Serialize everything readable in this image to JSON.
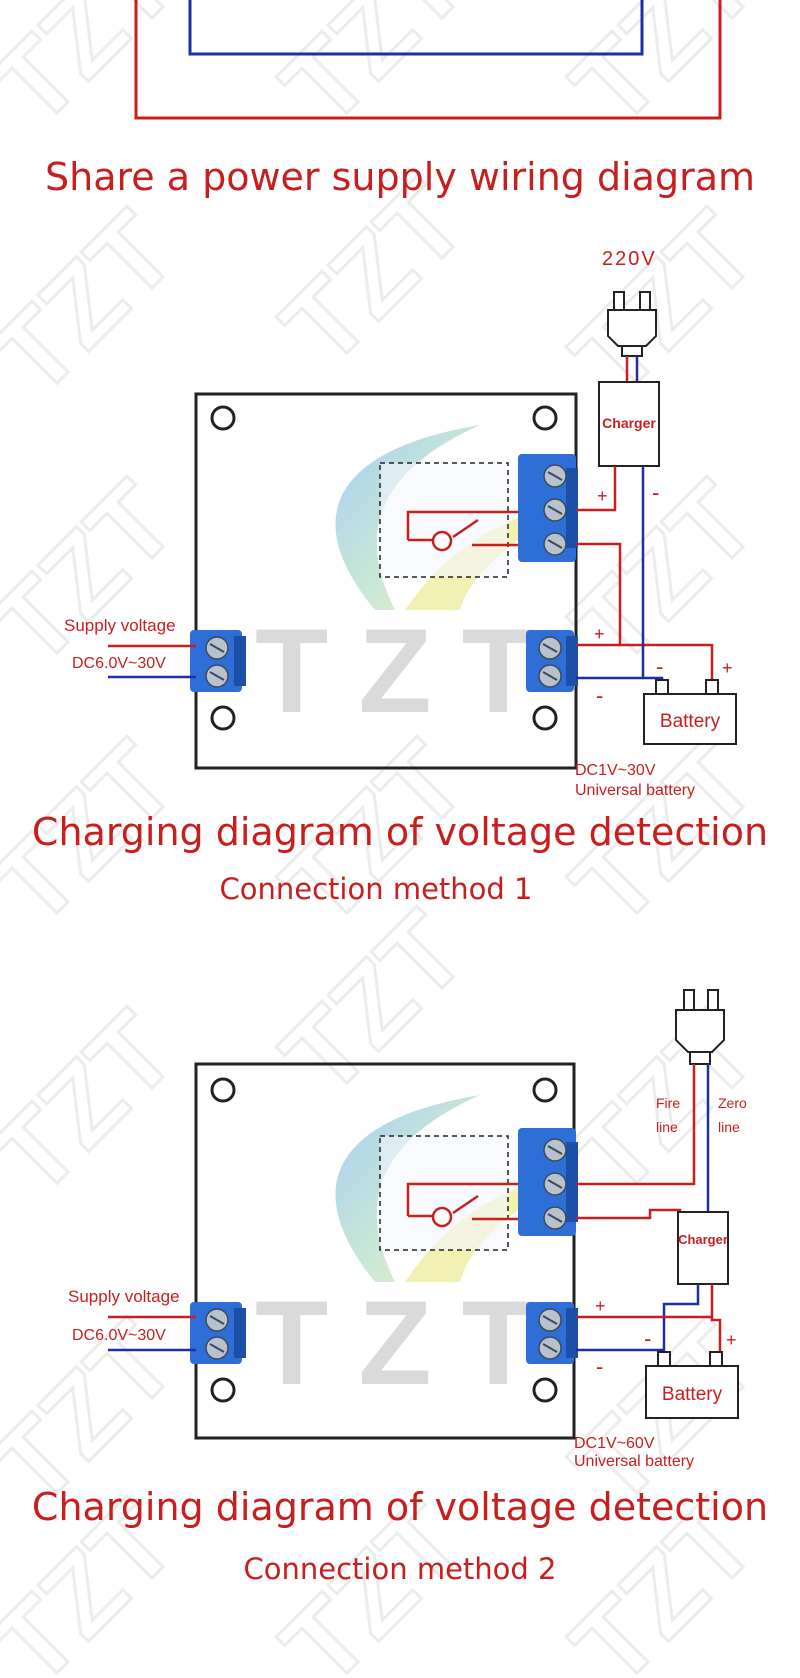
{
  "watermark": {
    "text": "TZT",
    "color": "#bdbdbd"
  },
  "colors": {
    "wire_red": "#c81e1e",
    "wire_blue": "#1f2fa0",
    "terminal": "#2d6fd6",
    "board": "#222222"
  },
  "section_top": {
    "title": "Share a power supply wiring diagram"
  },
  "diagram_1": {
    "mains_label": "220V",
    "charger_label": "Charger",
    "supply_label": "Supply voltage",
    "supply_range": "DC6.0V~30V",
    "battery_label": "Battery",
    "battery_note_1": "DC1V~30V",
    "battery_note_2": "Universal battery",
    "plus": "+",
    "minus": "-",
    "title": "Charging diagram of voltage detection",
    "subtitle": "Connection method 1"
  },
  "diagram_2": {
    "fire_line_1": "Fire",
    "fire_line_2": "line",
    "zero_line_1": "Zero",
    "zero_line_2": "line",
    "charger_label": "Charger",
    "supply_label": "Supply voltage",
    "supply_range": "DC6.0V~30V",
    "battery_label": "Battery",
    "battery_note_1": "DC1V~60V",
    "battery_note_2": "Universal battery",
    "plus": "+",
    "minus": "-",
    "title": "Charging diagram of voltage detection",
    "subtitle": "Connection method 2"
  }
}
